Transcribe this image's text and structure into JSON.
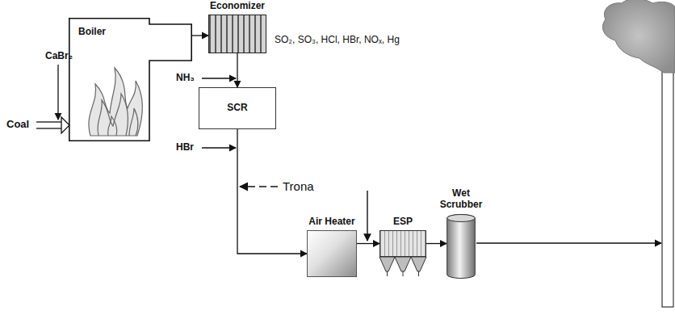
{
  "diagram": {
    "nodes": [
      {
        "text": [
          "Boiler"
        ]
      },
      {
        "text": [
          "Economizer"
        ]
      },
      {
        "text": [
          "SCR"
        ]
      },
      {
        "text": [
          "Air Heater"
        ]
      },
      {
        "text": [
          "ESP"
        ]
      },
      {
        "text": [
          "Wet Scrubber"
        ]
      }
    ],
    "edges": [
      {
        "from": 0,
        "to": 1,
        "arrow": "to"
      },
      {
        "from": 1,
        "to": 2,
        "arrow": "to"
      },
      {
        "from": 2,
        "to": 3,
        "arrow": "to"
      },
      {
        "from": 3,
        "to": 4,
        "arrow": "to"
      },
      {
        "from": 4,
        "to": 5,
        "arrow": "to"
      }
    ],
    "labels": [
      "Coal",
      "CaBr₂",
      "SO₂, SO₃, HCl, HBr, NOₓ, Hg",
      "NH₃",
      "HBr",
      "Trona"
    ]
  }
}
